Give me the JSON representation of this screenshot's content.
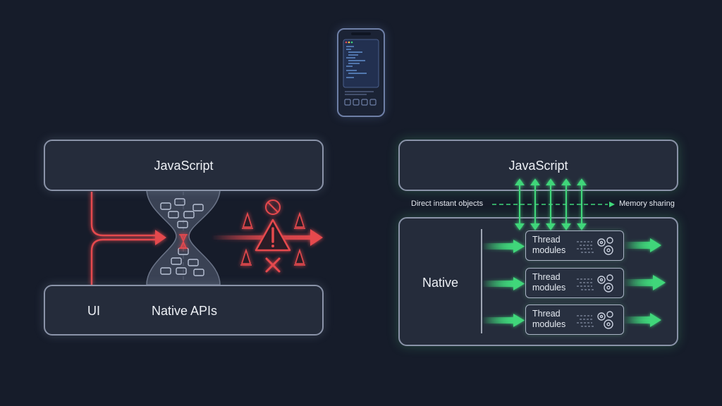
{
  "left_panel": {
    "top_box": {
      "label": "JavaScript"
    },
    "bottom_box": {
      "ui_label": "UI",
      "apis_label": "Native APIs"
    }
  },
  "right_panel": {
    "top_box": {
      "label": "JavaScript"
    },
    "direct_label": "Direct instant objects",
    "memory_label": "Memory sharing",
    "native_box": {
      "label": "Native",
      "threads": [
        {
          "line1": "Thread",
          "line2": "modules"
        },
        {
          "line1": "Thread",
          "line2": "modules"
        },
        {
          "line1": "Thread",
          "line2": "modules"
        }
      ]
    }
  },
  "colors": {
    "background": "#161c2a",
    "box_fill": "#252c3b",
    "red": "#e5484d",
    "green": "#3fd67a"
  },
  "icons": [
    "phone-icon",
    "car-icon",
    "hourglass-icon",
    "traffic-cone-icon",
    "warning-icon",
    "no-entry-icon",
    "cross-icon",
    "gear-icon",
    "arrow-icon"
  ]
}
